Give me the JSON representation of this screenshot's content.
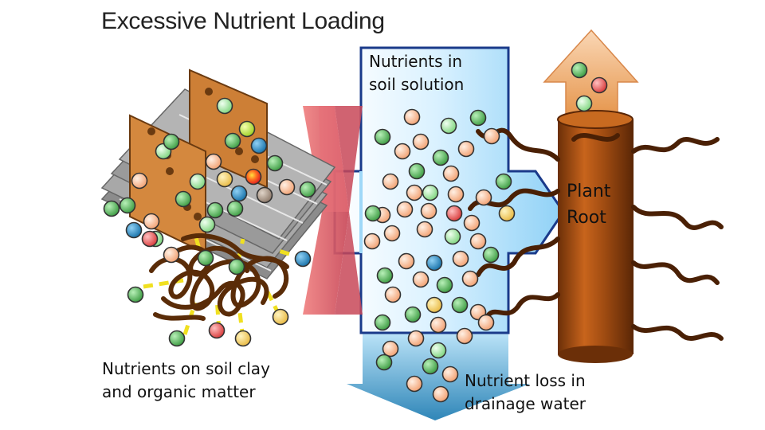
{
  "title": "Excessive Nutrient Loading",
  "labels": {
    "soil_solution_line1": "Nutrients in",
    "soil_solution_line2": "soil solution",
    "plant_root_line1": "Plant",
    "plant_root_line2": "Root",
    "clay_line1": "Nutrients on soil clay",
    "clay_line2": "and organic matter",
    "drainage_line1": "Nutrient loss in",
    "drainage_line2": "drainage water"
  },
  "colors": {
    "nutrient_green": "#4caf50",
    "nutrient_light_green": "#8ee08e",
    "nutrient_peach": "#f8b98c",
    "nutrient_red": "#e05050",
    "nutrient_blue": "#1f7fb8",
    "nutrient_yellow": "#f4d060",
    "clay_sheet": "#c87a30",
    "root_brown": "#8a4410",
    "soil_solution_blue": "#9fd8f8",
    "leaching_arrow": "#4a9cc8",
    "barrier_red": "#e0606a"
  }
}
